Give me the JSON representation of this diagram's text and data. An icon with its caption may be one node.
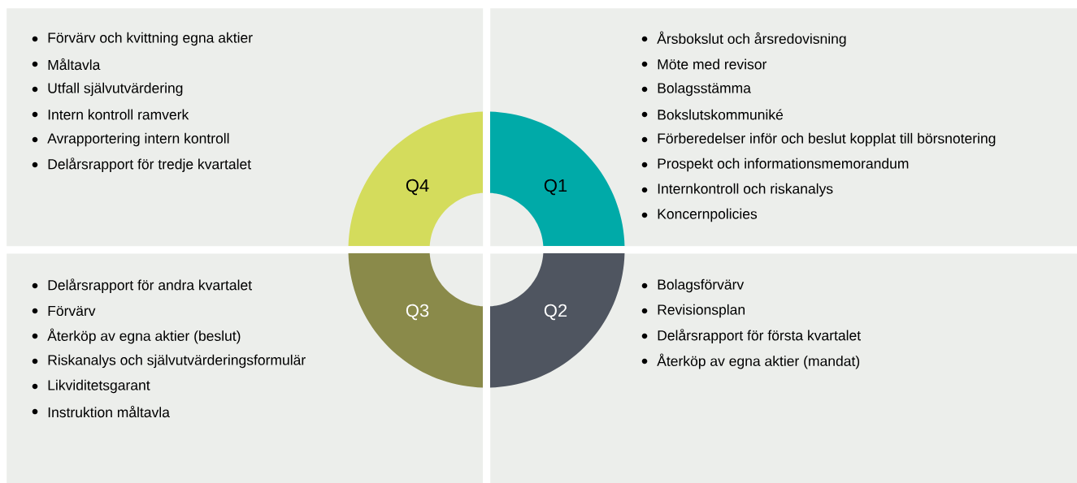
{
  "diagram": {
    "nodes": [
      {
        "text": [
          "Förvärv och kvittning egna aktier",
          "Måltavla",
          "Utfall självutvärdering",
          "Intern kontroll ramverk",
          "Avrapportering intern kontroll",
          "Delårsrapport för tredje kvartalet"
        ]
      },
      {
        "text": [
          "Årsbokslut och årsredovisning",
          "Möte med revisor",
          "Bolagsstämma",
          "Bokslutskommuniké",
          "Förberedelser inför och beslut kopplat till börsnotering",
          "Prospekt och informationsmemorandum",
          "Internkontroll och riskanalys",
          "Koncernpolicies"
        ]
      },
      {
        "text": [
          "Delårsrapport för andra kvartalet",
          "Förvärv",
          "Återköp av egna aktier (beslut)",
          "Riskanalys och självutvärderingsformulär",
          "Likviditetsgarant",
          "Instruktion måltavla"
        ]
      },
      {
        "text": [
          "Bolagsförvärv",
          "Revisionsplan",
          "Delårsrapport för första kvartalet",
          "Återköp av egna aktier (mandat)"
        ]
      },
      {
        "text": [
          "Q4"
        ],
        "in": 0
      },
      {
        "text": [
          "Q1"
        ],
        "in": 1
      },
      {
        "text": [
          "Q3"
        ],
        "in": 2
      },
      {
        "text": [
          "Q2"
        ],
        "in": 3
      }
    ]
  }
}
